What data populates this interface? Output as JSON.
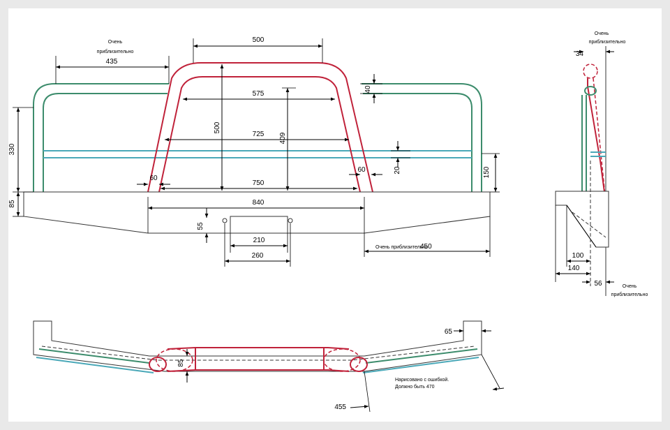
{
  "dimensions": {
    "top_width": "500",
    "arch_height": "500",
    "side_bar": "435",
    "arch_inner": "575",
    "arch_725": "725",
    "arch_409": "409",
    "bar_750": "750",
    "left_60": "60",
    "right_60": "60",
    "pipe_40": "40",
    "pipe_20": "20",
    "right_150": "150",
    "left_330": "330",
    "left_85": "85",
    "plate_840": "840",
    "hook_55": "55",
    "hook_210": "210",
    "hook_260": "260",
    "wing_450": "450",
    "side_34": "34",
    "side_100": "100",
    "side_140": "140",
    "side_56": "56",
    "top_65": "65",
    "top_455": "455",
    "top_85": "85"
  },
  "notes": {
    "approx_left_1": "Очень",
    "approx_left_2": "приблизительно",
    "approx_side_top_1": "Очень",
    "approx_side_top_2": "приблизительно",
    "approx_wing": "Очень приблизительно",
    "approx_side_bottom_1": "Очень",
    "approx_side_bottom_2": "приблизительно",
    "error_1": "Нарисовано с ошибкой.",
    "error_2": "Должно быть 470"
  },
  "colors": {
    "frame_green": "#3c8c6c",
    "crossbar_teal": "#4aa8b8",
    "arch_red": "#c0223a"
  }
}
